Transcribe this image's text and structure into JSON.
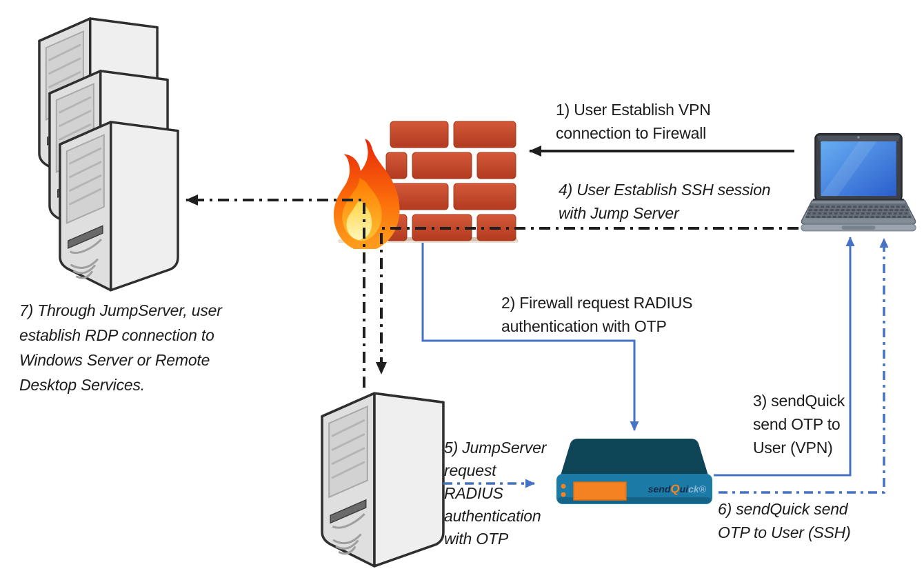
{
  "diagram": {
    "type": "network-security-flow",
    "labels": {
      "step1": {
        "text": "1) User Establish VPN\nconnection to Firewall"
      },
      "step2": {
        "text": "2) Firewall request RADIUS\nauthentication with OTP"
      },
      "step3": {
        "text": "3) sendQuick\nsend OTP to\nUser (VPN)"
      },
      "step4": {
        "text": "4) User Establish SSH session\nwith Jump Server"
      },
      "step5": {
        "text": "5) JumpServer\nrequest\nRADIUS\nauthentication\nwith OTP"
      },
      "step6": {
        "text": "6) sendQuick send\nOTP to User (SSH)"
      },
      "step7": {
        "text": "7) Through JumpServer, user\nestablish RDP connection to\nWindows Server or Remote\nDesktop Services."
      }
    },
    "appliance": {
      "logo": {
        "p1": "send",
        "p2": "Q",
        "p3": "ui",
        "p4": "ck®"
      }
    },
    "colors": {
      "connector_black": "#1f1f1f",
      "connector_blue": "#4472c4",
      "brick_red": "#c64a2c",
      "flame_orange": "#fb6d0a",
      "appliance_teal_dark": "#0e4658",
      "appliance_blue": "#1b7aa6",
      "appliance_orange": "#f58220",
      "laptop_screen_blue": "#3f7fd9",
      "server_gray": "#e8e8e8"
    }
  }
}
